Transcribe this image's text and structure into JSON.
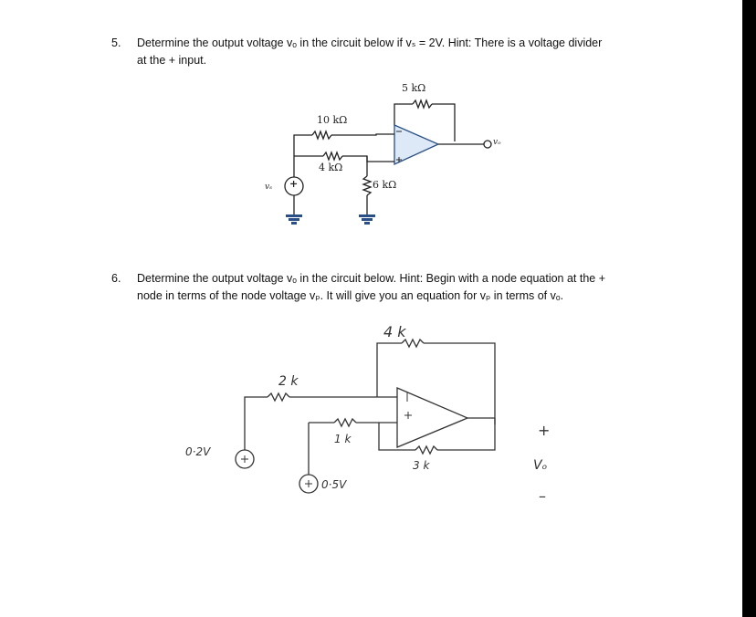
{
  "questions": [
    {
      "number": "5.",
      "line1": "Determine the output voltage vₒ in the circuit below if vₛ = 2V.  Hint: There is a voltage divider",
      "line2": "at the + input."
    },
    {
      "number": "6.",
      "line1": "Determine the output voltage vₒ in the circuit below.  Hint: Begin with a node equation at the +",
      "line2": "node in terms of the node voltage vₚ.  It will give you an equation for vₚ in terms of vₒ."
    }
  ],
  "circuit1": {
    "r_feedback": "5 kΩ",
    "r_input": "10 kΩ",
    "r_divider_top": "4 kΩ",
    "r_divider_bottom": "6 kΩ",
    "source": "vₛ",
    "output": "vₒ",
    "plus_sign": "+"
  },
  "circuit2": {
    "r_feedback": "4 k",
    "r_input": "2 k",
    "r_mid": "1 k",
    "r_out": "3 k",
    "source1": "0·2V",
    "source2": "0·5V",
    "out_plus": "+",
    "out_label": "Vₒ",
    "out_minus": "–"
  }
}
